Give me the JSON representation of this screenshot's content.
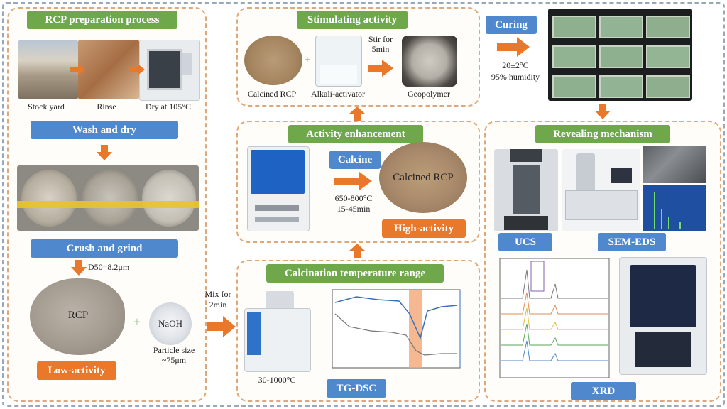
{
  "prep": {
    "title": "RCP preparation process",
    "stock_yard": "Stock yard",
    "rinse": "Rinse",
    "dry_at": "Dry at 105°C",
    "wash_dry": "Wash and dry",
    "crush_grind": "Crush and grind",
    "d50": "D50=8.2μm",
    "rcp": "RCP",
    "naoh": "NaOH",
    "particle_size": "Particle size\n~75μm",
    "low_activity": "Low-activity",
    "mix_for": "Mix for\n2min"
  },
  "stim": {
    "title": "Stimulating activity",
    "calcined_label": "Calcined RCP",
    "activator_label": "Alkali-activator",
    "stir_for": "Stir for\n5min",
    "geopolymer": "Geopolymer"
  },
  "enh": {
    "title": "Activity enhancement",
    "calcine": "Calcine",
    "calcined_rcp": "Calcined RCP",
    "temp": "650-800°C\n15-45min",
    "high_activity": "High-activity"
  },
  "calc": {
    "title": "Calcination temperature range",
    "temp_range": "30-1000°C",
    "tgdsc": "TG-DSC"
  },
  "curing": {
    "title": "Curing",
    "conditions": "20±2°C\n95% humidity"
  },
  "reveal": {
    "title": "Revealing mechanism",
    "ucs": "UCS",
    "semeds": "SEM-EDS",
    "xrd": "XRD"
  },
  "colors": {
    "green_header": "#6fa84a",
    "blue_label": "#4f88cc",
    "orange_label": "#e9782b",
    "panel_border": "#e0a878"
  }
}
